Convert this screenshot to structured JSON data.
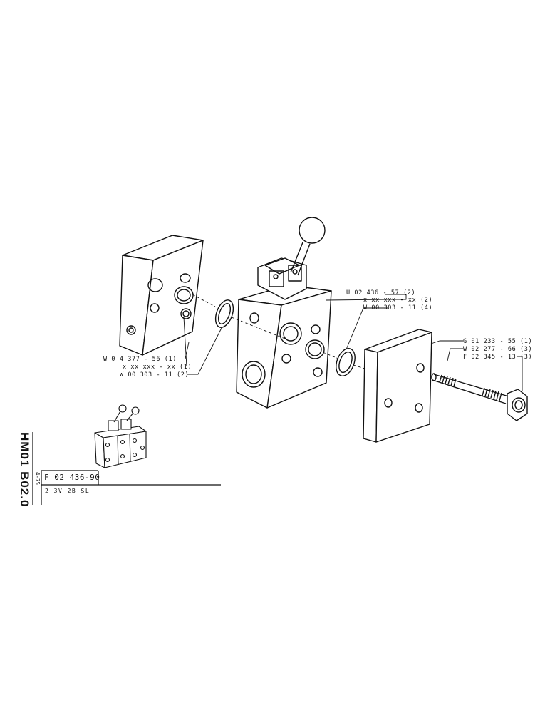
{
  "sheet": {
    "code": "HM01 B02.0",
    "date": "4-75",
    "part_number": "F 02 436-90",
    "description": "2  3V  2B  SL"
  },
  "callouts": {
    "left_block": "W 0 4 377 - 56 (1)",
    "left_seal_1": "x  xx  xxx - xx (1)",
    "left_seal_2": "W 00 303 - 11 (2)",
    "valve": "U 02 436 - 57 (2)",
    "valve_seal": "x  xx  xxx - xx (2)",
    "valve_oring": "W 00 303 - 11 (4)",
    "end_plate": "G 01 233 - 55 (1)",
    "bolt": "W 02 277 - 66 (3)",
    "nut": "F 02 345 - 13 (3)"
  }
}
